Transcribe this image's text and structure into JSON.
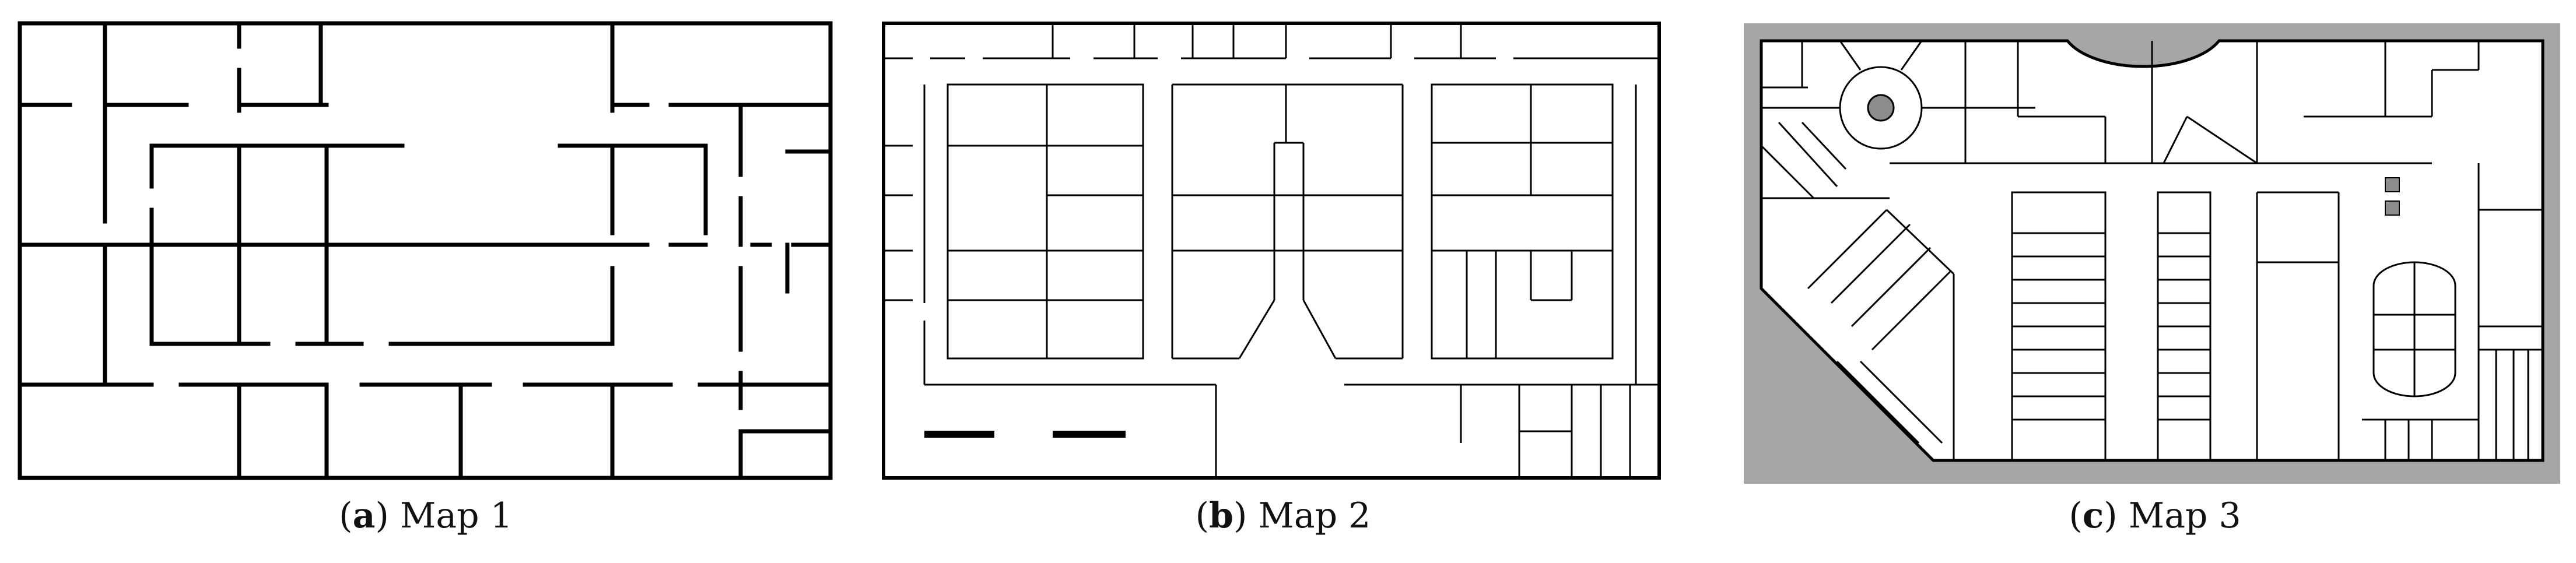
{
  "figure": {
    "panels": [
      {
        "letter": "a",
        "title": "Map 1"
      },
      {
        "letter": "b",
        "title": "Map 2"
      },
      {
        "letter": "c",
        "title": "Map 3"
      }
    ],
    "colors": {
      "wall": "#000000",
      "outside_area": "#a6a6a6",
      "floor": "#ffffff",
      "pillar": "#8c8c8c"
    }
  }
}
